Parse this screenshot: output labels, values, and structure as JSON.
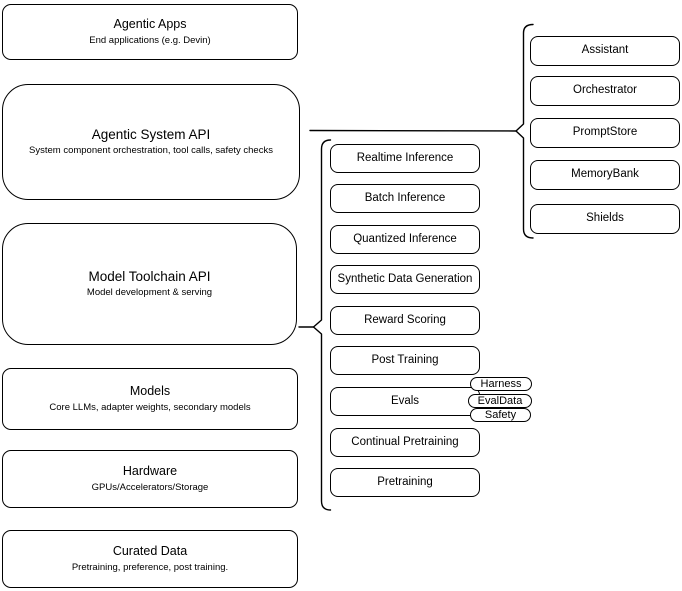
{
  "colors": {
    "stroke": "#000000",
    "fill": "#ffffff",
    "text": "#000000"
  },
  "stack": [
    {
      "title": "Agentic Apps",
      "subtitle": "End applications (e.g. Devin)"
    },
    {
      "title": "Agentic System API",
      "subtitle": "System component orchestration, tool calls, safety checks"
    },
    {
      "title": "Model Toolchain API",
      "subtitle": "Model development & serving"
    },
    {
      "title": "Models",
      "subtitle": "Core LLMs, adapter weights, secondary models"
    },
    {
      "title": "Hardware",
      "subtitle": "GPUs/Accelerators/Storage"
    },
    {
      "title": "Curated Data",
      "subtitle": "Pretraining, preference, post training."
    }
  ],
  "toolchain_items": [
    "Realtime Inference",
    "Batch Inference",
    "Quantized Inference",
    "Synthetic Data Generation",
    "Reward Scoring",
    "Post Training",
    "Evals",
    "Continual Pretraining",
    "Pretraining"
  ],
  "eval_tags": [
    "Harness",
    "EvalData",
    "Safety"
  ],
  "system_components": [
    "Assistant",
    "Orchestrator",
    "PromptStore",
    "MemoryBank",
    "Shields"
  ]
}
